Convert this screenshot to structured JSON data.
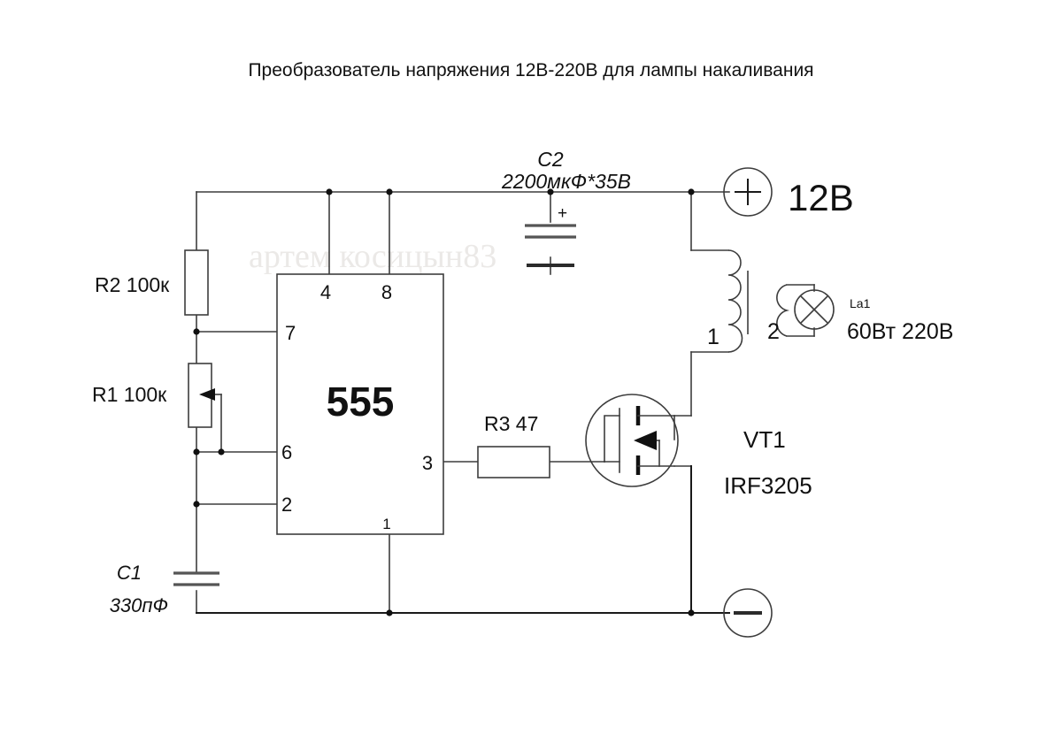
{
  "document": {
    "title": "Преобразователь напряжения 12В-220В для лампы накаливания",
    "watermark": "артем косицын83",
    "background_color": "#ffffff",
    "line_color": "#3d3d3d",
    "text_color": "#111111"
  },
  "components": {
    "r2": {
      "designator": "R2",
      "value": "100к",
      "label": "R2 100к"
    },
    "r1": {
      "designator": "R1",
      "value": "100к",
      "label": "R1 100к"
    },
    "r3": {
      "designator": "R3",
      "value": "47",
      "label": "R3 47"
    },
    "c1": {
      "designator": "C1",
      "value": "330пФ"
    },
    "c2": {
      "designator": "C2",
      "value": "2200мкФ*35В",
      "polarity": "+"
    },
    "ic1": {
      "label": "555"
    },
    "vt1": {
      "designator": "VT1",
      "part": "IRF3205"
    },
    "lamp": {
      "designator": "La1",
      "rating": "60Вт 220В"
    },
    "transformer": {
      "primary_label": "1",
      "secondary_label": "2"
    }
  },
  "ic_pins": {
    "pin4": "4",
    "pin8": "8",
    "pin7": "7",
    "pin6": "6",
    "pin2": "2",
    "pin3": "3",
    "pin1": "1"
  },
  "terminals": {
    "positive": {
      "symbol": "+",
      "label": "12В"
    },
    "negative": {
      "symbol": "−",
      "label": ""
    }
  }
}
